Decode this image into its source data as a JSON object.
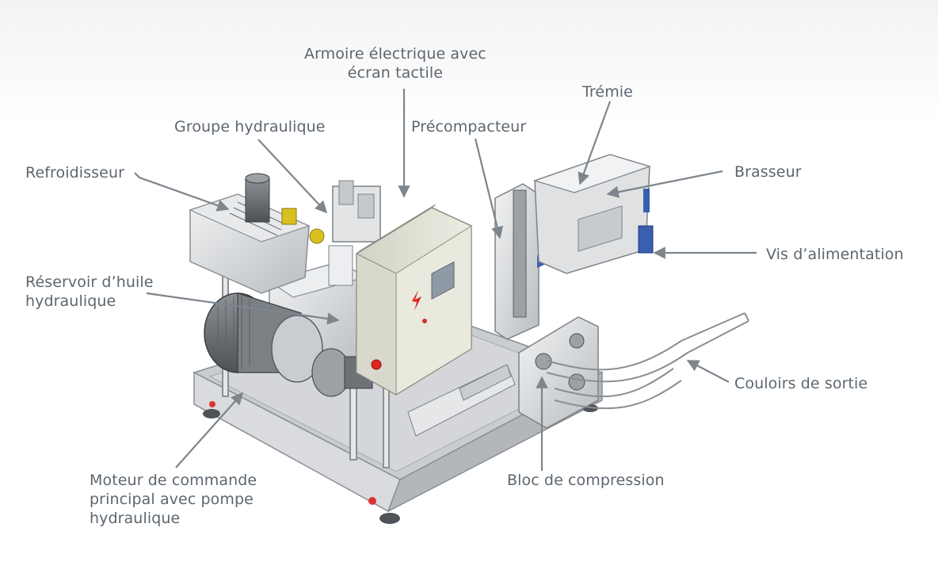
{
  "labels": {
    "armoire": "Armoire électrique avec\nécran tactile",
    "groupe": "Groupe hydraulique",
    "precompacteur": "Précompacteur",
    "tremie": "Trémie",
    "brasseur": "Brasseur",
    "refroidisseur": "Refroidisseur",
    "vis": "Vis d’alimentation",
    "reservoir": "Réservoir d’huile\nhydraulique",
    "couloirs": "Couloirs de sortie",
    "moteur": "Moteur de commande\nprincipal avec pompe\nhydraulique",
    "bloc": "Bloc de compression"
  },
  "colors": {
    "label_text": "#5c6670",
    "leader_line": "#7d858d",
    "machine_frame": "#d6d8da",
    "machine_shadow": "#9ea3a8",
    "cabinet": "#e4e4d8",
    "warning": "#e0261f",
    "accent_blue": "#3a5fb0",
    "accent_yellow": "#d8c020"
  }
}
